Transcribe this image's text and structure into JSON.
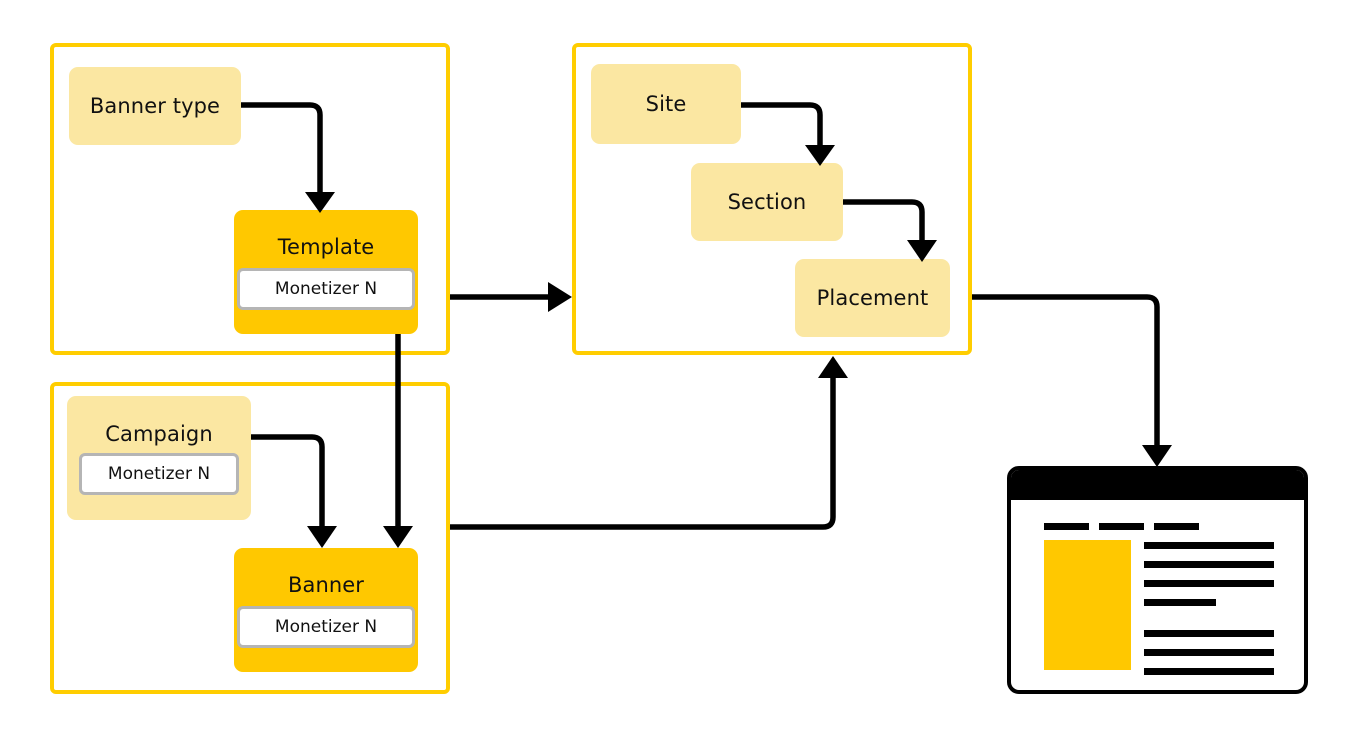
{
  "diagram": {
    "title": "Ad serving object model",
    "colors": {
      "group_border": "#FFCD00",
      "card_light": "#FBE7A2",
      "card_strong": "#FFC800",
      "chip_bg": "#FFFFFF",
      "chip_border": "#B5B5B5",
      "connector": "#000000",
      "browser_frame": "#000000",
      "browser_hero": "#FFC800",
      "canvas": "#FFFFFF"
    },
    "groups": [
      {
        "id": "template-group",
        "name": "Template group",
        "cards": [
          "banner-type",
          "template"
        ]
      },
      {
        "id": "campaign-group",
        "name": "Campaign group",
        "cards": [
          "campaign",
          "banner"
        ]
      },
      {
        "id": "inventory-group",
        "name": "Inventory group",
        "cards": [
          "site",
          "section",
          "placement"
        ]
      }
    ],
    "cards": [
      {
        "id": "banner-type",
        "label": "Banner type",
        "style": "light",
        "chip": null
      },
      {
        "id": "template",
        "label": "Template",
        "style": "strong",
        "chip": "Monetizer N"
      },
      {
        "id": "campaign",
        "label": "Campaign",
        "style": "light",
        "chip": "Monetizer N"
      },
      {
        "id": "banner",
        "label": "Banner",
        "style": "strong",
        "chip": "Monetizer N"
      },
      {
        "id": "site",
        "label": "Site",
        "style": "light",
        "chip": null
      },
      {
        "id": "section",
        "label": "Section",
        "style": "light",
        "chip": null
      },
      {
        "id": "placement",
        "label": "Placement",
        "style": "light",
        "chip": null
      }
    ],
    "connectors": [
      {
        "from": "banner-type",
        "to": "template",
        "name": "banner-type-to-template"
      },
      {
        "from": "campaign",
        "to": "banner",
        "name": "campaign-to-banner"
      },
      {
        "from": "template",
        "to": "banner",
        "name": "template-to-banner"
      },
      {
        "from": "template-group",
        "to": "inventory-group",
        "name": "template-group-to-inventory-group"
      },
      {
        "from": "banner",
        "to": "inventory-group",
        "name": "banner-to-inventory-group"
      },
      {
        "from": "site",
        "to": "section",
        "name": "site-to-section"
      },
      {
        "from": "section",
        "to": "placement",
        "name": "section-to-placement"
      },
      {
        "from": "placement",
        "to": "browser-preview",
        "name": "placement-to-browser-preview"
      }
    ],
    "browser_preview": {
      "name": "Rendered page preview",
      "nav_items": 3,
      "hero_name": "ad-creative-block",
      "paragraphs": [
        {
          "lines": 4,
          "last_line_short": true
        },
        {
          "lines": 3,
          "last_line_short": false
        }
      ]
    }
  }
}
